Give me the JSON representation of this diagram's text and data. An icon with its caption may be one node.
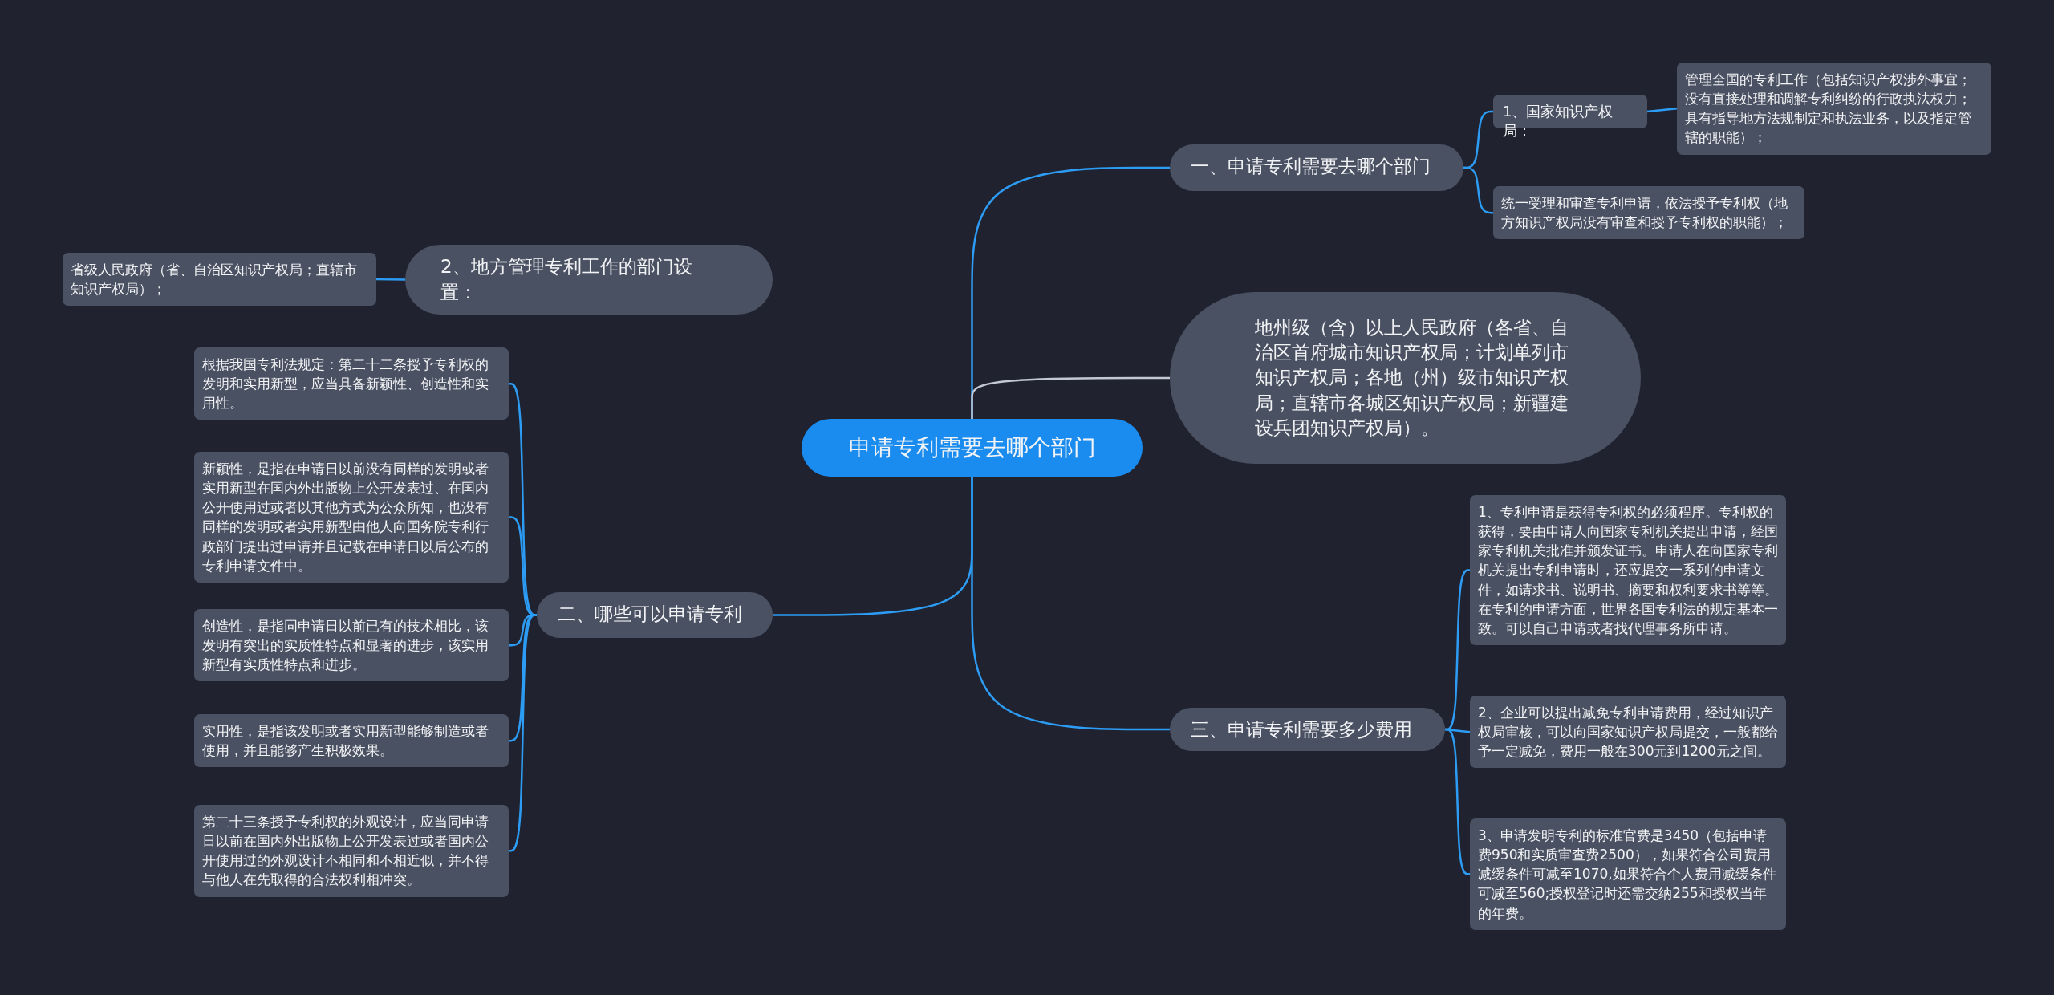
{
  "diagram": {
    "nodes": [
      {
        "text": [
          "申请专利需要去哪个部门"
        ]
      },
      {
        "text": [
          "一、申请专利需要去哪个部门"
        ]
      },
      {
        "text": [
          "1、国家知识产权局："
        ]
      },
      {
        "text": [
          "管理全国的专利工作（包括知识产权涉外事宜；没有直接处理和调解专利纠纷的行政执法权力；具有指导地方法规制定和执法业务，以及指定管辖的职能）；"
        ]
      },
      {
        "text": [
          "统一受理和审查专利申请，依法授予专利权（地方知识产权局没有审查和授予专利权的职能）；"
        ]
      },
      {
        "text": [
          "地州级（含）以上人民政府（各省、自治区首府城市知识产权局；计划单列市知识产权局；各地（州）级市知识产权局；直辖市各城区知识产权局；新疆建设兵团知识产权局）。"
        ]
      },
      {
        "text": [
          "2、地方管理专利工作的部门设置："
        ]
      },
      {
        "text": [
          "省级人民政府（省、自治区知识产权局；直辖市知识产权局）；"
        ]
      },
      {
        "text": [
          "二、哪些可以申请专利"
        ]
      },
      {
        "text": [
          "根据我国专利法规定：第二十二条授予专利权的发明和实用新型，应当具备新颖性、创造性和实用性。"
        ]
      },
      {
        "text": [
          "新颖性，是指在申请日以前没有同样的发明或者实用新型在国内外出版物上公开发表过、在国内公开使用过或者以其他方式为公众所知，也没有同样的发明或者实用新型由他人向国务院专利行政部门提出过申请并且记载在申请日以后公布的专利申请文件中。"
        ]
      },
      {
        "text": [
          "创造性，是指同申请日以前已有的技术相比，该发明有突出的实质性特点和显著的进步，该实用新型有实质性特点和进步。"
        ]
      },
      {
        "text": [
          "实用性，是指该发明或者实用新型能够制造或者使用，并且能够产生积极效果。"
        ]
      },
      {
        "text": [
          "第二十三条授予专利权的外观设计，应当同申请日以前在国内外出版物上公开发表过或者国内公开使用过的外观设计不相同和不相近似，并不得与他人在先取得的合法权利相冲突。"
        ]
      },
      {
        "text": [
          "三、申请专利需要多少费用"
        ]
      },
      {
        "text": [
          "1、专利申请是获得专利权的必须程序。专利权的获得，要由申请人向国家专利机关提出申请，经国家专利机关批准并颁发证书。申请人在向国家专利机关提出专利申请时，还应提交一系列的申请文件，如请求书、说明书、摘要和权利要求书等等。在专利的申请方面，世界各国专利法的规定基本一致。可以自己申请或者找代理事务所申请。"
        ]
      },
      {
        "text": [
          "2、企业可以提出减免专利申请费用，经过知识产权局审核，可以向国家知识产权局提交，一般都给予一定减免，费用一般在300元到1200元之间。"
        ]
      },
      {
        "text": [
          "3、申请发明专利的标准官费是3450（包括申请费950和实质审查费2500），如果符合公司费用减缓条件可减至1070,如果符合个人费用减缓条件可减至560;授权登记时还需交纳255和授权当年的年费。"
        ]
      }
    ],
    "edges": [
      {
        "from": 0,
        "to": 1,
        "arrow": "none"
      },
      {
        "from": 0,
        "to": 5,
        "arrow": "none",
        "color": "#c3c8d2"
      },
      {
        "from": 0,
        "to": 8,
        "arrow": "none"
      },
      {
        "from": 0,
        "to": 14,
        "arrow": "none"
      },
      {
        "from": 1,
        "to": 2,
        "arrow": "none"
      },
      {
        "from": 1,
        "to": 4,
        "arrow": "none"
      },
      {
        "from": 2,
        "to": 3,
        "arrow": "none"
      },
      {
        "from": 6,
        "to": 7,
        "arrow": "none"
      },
      {
        "from": 8,
        "to": 9,
        "arrow": "none"
      },
      {
        "from": 8,
        "to": 10,
        "arrow": "none"
      },
      {
        "from": 8,
        "to": 11,
        "arrow": "none"
      },
      {
        "from": 8,
        "to": 12,
        "arrow": "none"
      },
      {
        "from": 8,
        "to": 13,
        "arrow": "none"
      },
      {
        "from": 14,
        "to": 15,
        "arrow": "none"
      },
      {
        "from": 14,
        "to": 16,
        "arrow": "none"
      },
      {
        "from": 14,
        "to": 17,
        "arrow": "none"
      }
    ]
  }
}
